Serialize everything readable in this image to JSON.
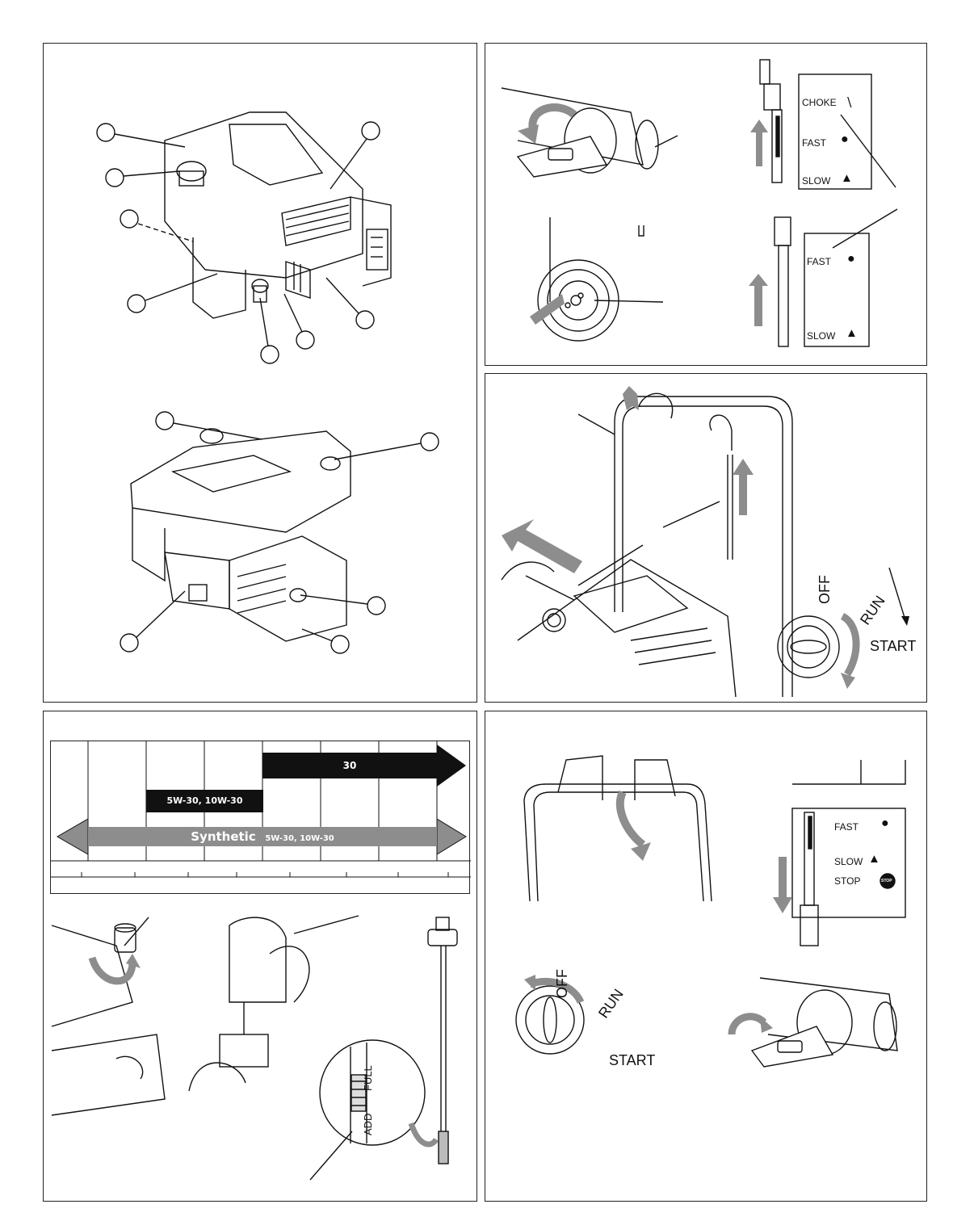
{
  "panel_engine": {},
  "panel_controls": {
    "upper_labels": {
      "choke": "CHOKE",
      "fast": "FAST",
      "slow": "SLOW"
    },
    "lower_labels": {
      "fast": "FAST",
      "slow": "SLOW"
    }
  },
  "panel_start": {
    "key_labels": {
      "off": "OFF",
      "run": "RUN",
      "start": "START"
    }
  },
  "panel_oil": {
    "chart_data": {
      "type": "table",
      "bars": [
        {
          "label": "30",
          "style": "black-arrow"
        },
        {
          "label": "5W-30,  10W-30",
          "style": "black-bar"
        },
        {
          "label": "Synthetic",
          "sublabel": "5W-30,  10W-30",
          "style": "gray-double-arrow"
        }
      ]
    },
    "dipstick_labels": {
      "full": "FULL",
      "add": "ADD"
    }
  },
  "panel_stop": {
    "throttle_labels": {
      "fast": "FAST",
      "slow": "SLOW",
      "stop": "STOP",
      "stop_sign": "STOP"
    },
    "key_labels": {
      "off": "OFF",
      "run": "RUN",
      "start": "START"
    }
  },
  "colors": {
    "arrow_gray": "#8d8d8d",
    "ink": "#111111"
  }
}
